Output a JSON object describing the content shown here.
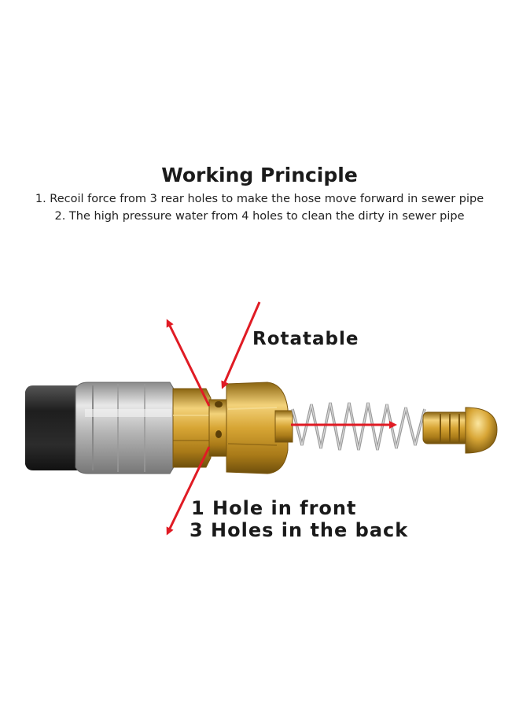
{
  "heading": "Working Principle",
  "lines": [
    "1. Recoil force from 3 rear holes to make the hose move forward in sewer pipe",
    "2. The high pressure water from 4 holes to clean the dirty in sewer pipe"
  ],
  "callouts": {
    "rotatable": "Rotatable",
    "front": "1 Hole in front",
    "back": "3 Holes in the back"
  },
  "colors": {
    "arrow": "#e01b24",
    "brass": "#d9a93a",
    "hose": "#2a2a2a",
    "ferrule": "#b8b8b8"
  }
}
